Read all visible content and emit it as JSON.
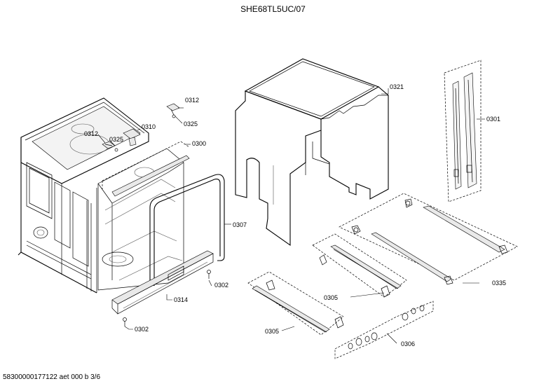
{
  "header": {
    "model": "SHE68TL5UC/07"
  },
  "footer": {
    "doc_ref": "58300000177122 aet 000 b 3/6"
  },
  "callouts": {
    "c0312a": "0312",
    "c0325a": "0325",
    "c0312b": "0312",
    "c0325b": "0325",
    "c0310": "0310",
    "c0300": "0300",
    "c0307": "0307",
    "c0302a": "0302",
    "c0314": "0314",
    "c0302b": "0302",
    "c0321": "0321",
    "c0301": "0301",
    "c0305a": "0305",
    "c0305b": "0305",
    "c0335": "0335",
    "c0306": "0306"
  }
}
